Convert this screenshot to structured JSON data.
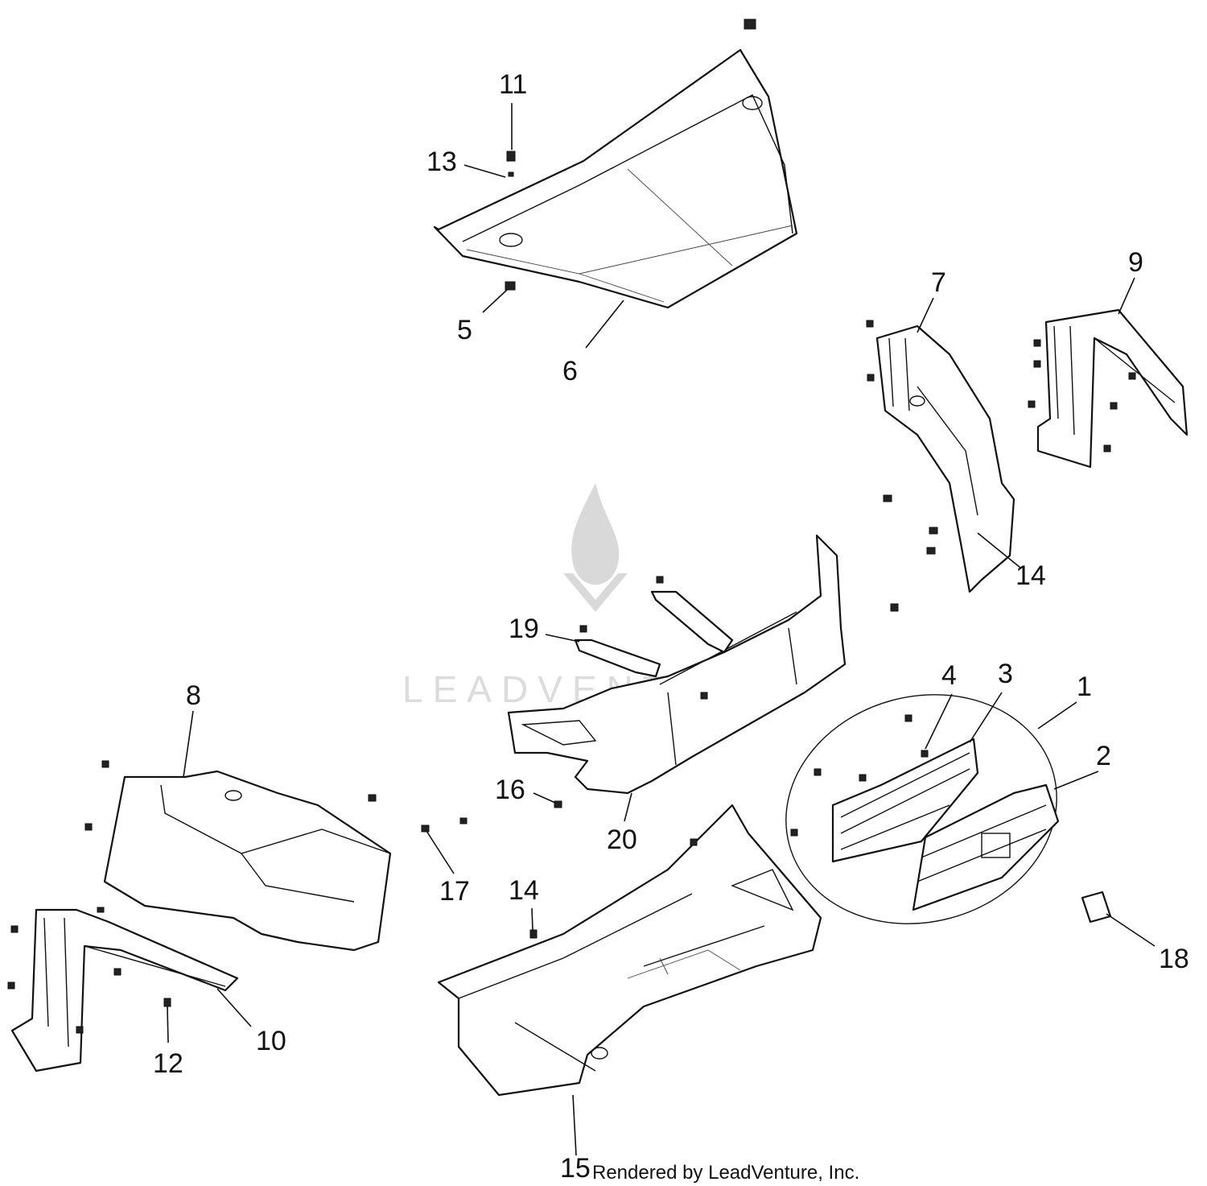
{
  "watermark": {
    "text": "LEADVENTURE"
  },
  "credit": "Rendered by LeadVenture, Inc.",
  "callouts": [
    "1",
    "2",
    "3",
    "4",
    "5",
    "6",
    "7",
    "8",
    "9",
    "10",
    "11",
    "12",
    "13",
    "14",
    "14",
    "15",
    "16",
    "17",
    "18",
    "19",
    "20"
  ]
}
